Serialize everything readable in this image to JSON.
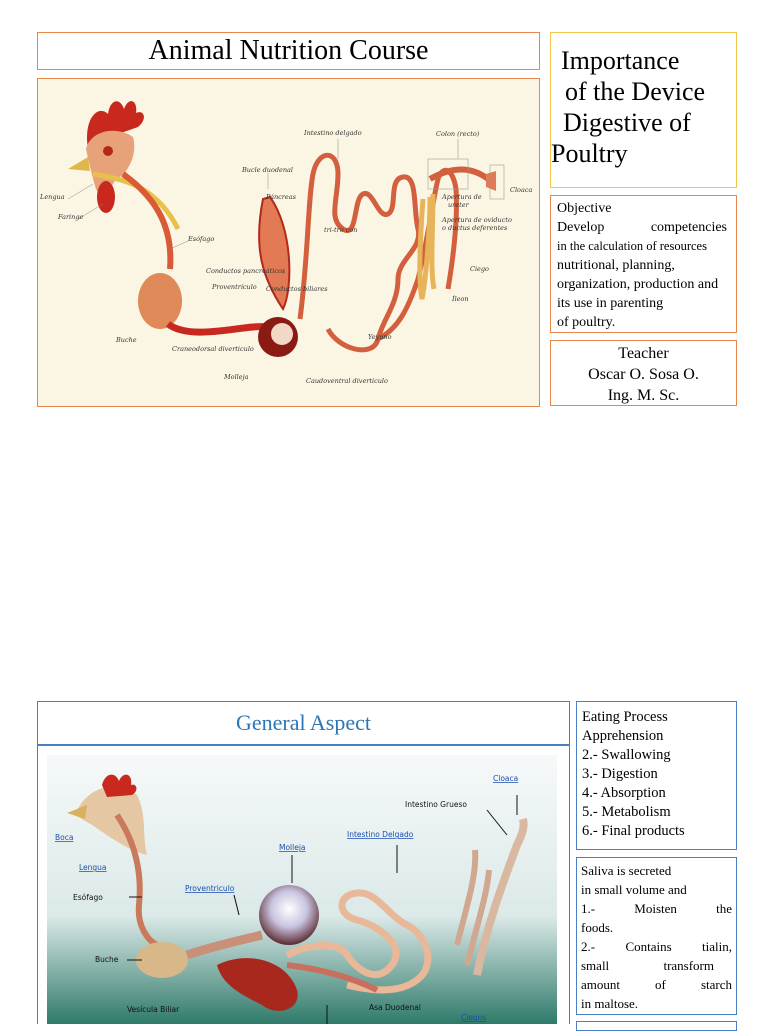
{
  "slide1": {
    "title": "Animal Nutrition Course",
    "importance_lines": [
      "Importance",
      "of the Device",
      "Digestive of",
      "Poultry"
    ],
    "objective": {
      "heading": "Objective",
      "line1_words": [
        "Develop",
        "competencies"
      ],
      "lines": [
        "in the calculation of resources",
        "nutritional, planning,",
        "organization, production and",
        "its use in parenting",
        "of poultry."
      ]
    },
    "teacher": {
      "heading": "Teacher",
      "name": "Oscar O. Sosa O.",
      "degree": "Ing. M. Sc."
    },
    "diagram_labels": {
      "lengua": "Lengua",
      "faringe": "Faringe",
      "esofago": "Esófago",
      "buche": "Buche",
      "proventriculo": "Proventrículo",
      "molleja": "Molleja",
      "craneo": "Craneodorsal diverticulo",
      "caudo": "Caudoventral diverticulo",
      "conductos_pan": "Conductos pancreáticos",
      "conductos_bil": "Conductos biliares",
      "bucle": "Bucle duodenal",
      "pancreas": "Páncreas",
      "intestino": "Intestino delgado",
      "colon": "Colon (recto)",
      "cloaca": "Cloaca",
      "yeyuno": "Yeyuno",
      "ileon": "Íleon",
      "ciego": "Ciego",
      "apertura1": "Apertura de",
      "apertura1b": "ureter",
      "apertura2": "Apertura de oviducto",
      "apertura2b": "o ductus deferentes",
      "divert": "tri-tro con"
    }
  },
  "slide2": {
    "title": "General Aspect",
    "eating": {
      "heading": "Eating Process",
      "items": [
        "Apprehension",
        "2.- Swallowing",
        "3.- Digestion",
        "4.- Absorption",
        "5.- Metabolism",
        "6.- Final products"
      ]
    },
    "saliva": {
      "line1": "Saliva is secreted",
      "line2": "in small volume and",
      "row3": [
        "1.-",
        "Moisten",
        "the"
      ],
      "line4": "foods.",
      "row5": [
        "2.-",
        "Contains",
        "tialin,"
      ],
      "row6": [
        "small",
        "transform"
      ],
      "row7": [
        "amount",
        "of",
        "starch"
      ],
      "line8": "in maltose."
    },
    "diagram_labels": {
      "cloaca": "Cloaca",
      "intestino_grueso": "Intestino Grueso",
      "boca": "Boca",
      "lengua": "Lengua",
      "molleja": "Molleja",
      "intestino_delgado": "Intestino Delgado",
      "proventriculo": "Proventriculo",
      "esofago": "Esófago",
      "buche": "Buche",
      "vesicula": "Vesícula Biliar",
      "asa": "Asa Duodenal",
      "ciegos": "Ciegos"
    }
  }
}
